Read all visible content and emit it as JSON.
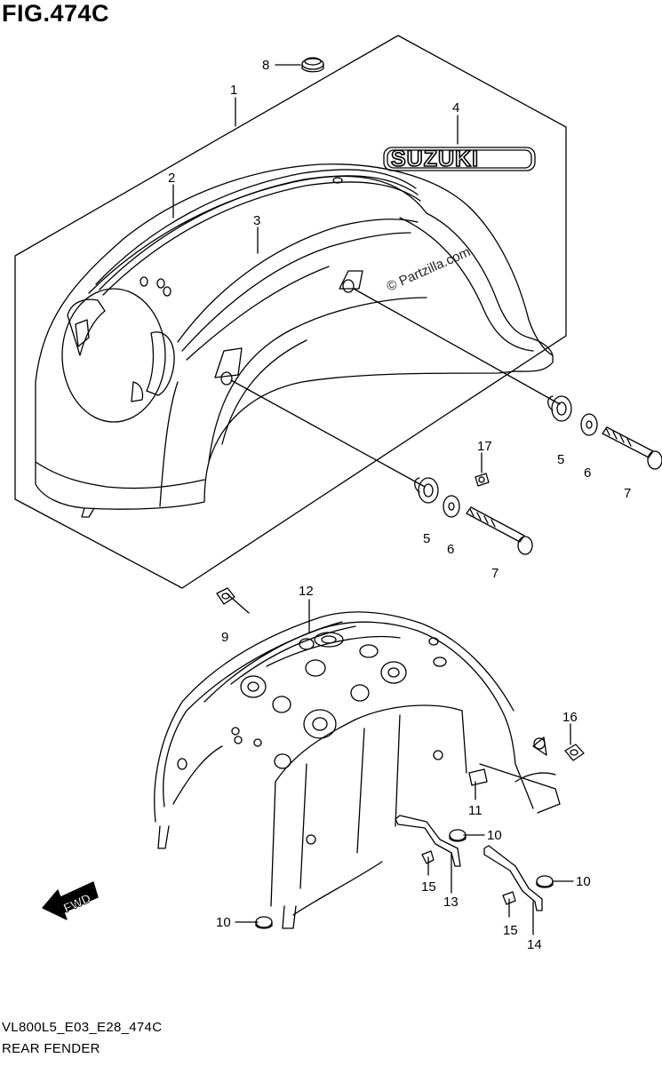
{
  "figure": {
    "title": "FIG.474C",
    "code": "VL800L5_E03_E28_474C",
    "name": "REAR FENDER",
    "watermark": "© Partzilla.com",
    "logo_text": "SUZUKI",
    "direction_label": "FWD"
  },
  "callouts": [
    "1",
    "2",
    "3",
    "4",
    "5",
    "5",
    "6",
    "6",
    "7",
    "7",
    "8",
    "9",
    "10",
    "10",
    "10",
    "11",
    "12",
    "13",
    "14",
    "15",
    "15",
    "16",
    "17"
  ]
}
